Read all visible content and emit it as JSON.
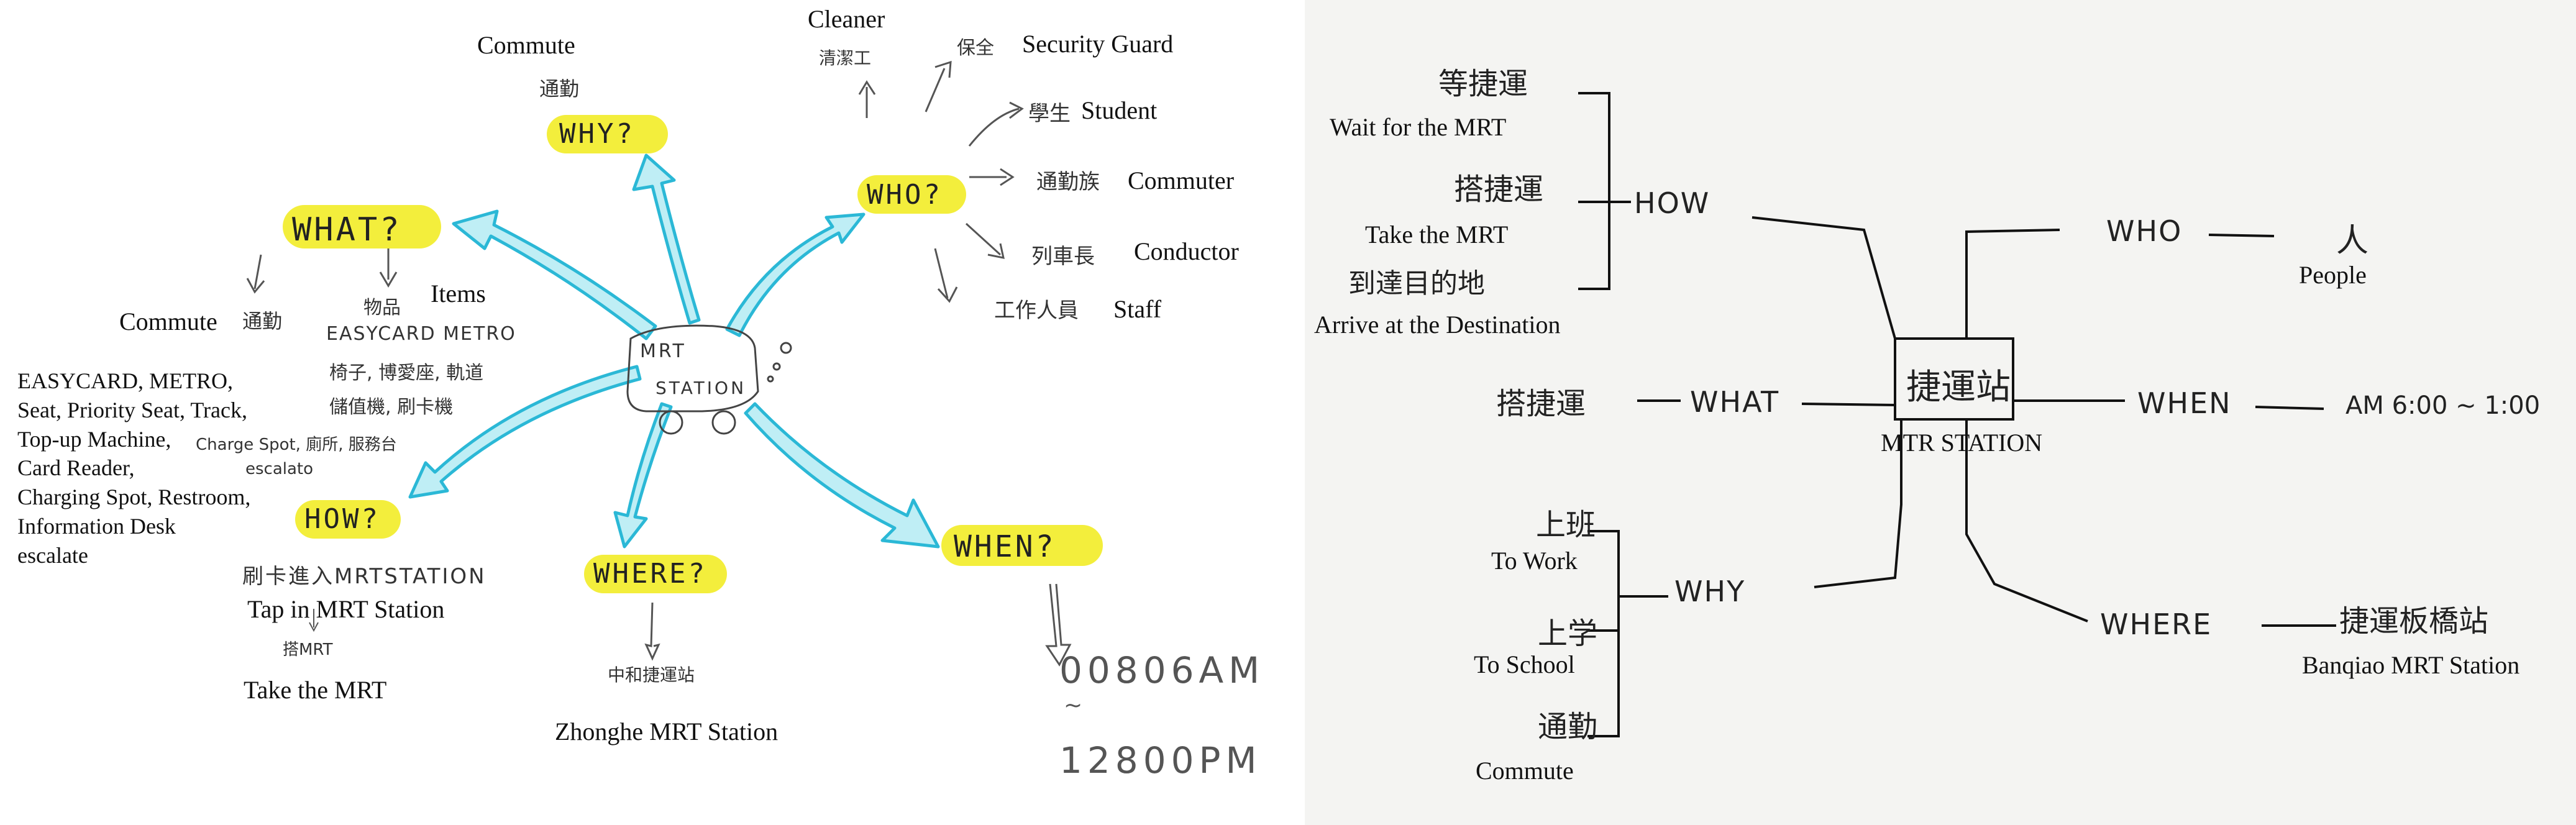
{
  "left": {
    "center": {
      "line1": "MRT",
      "line2": "STATION"
    },
    "nodes": {
      "why": {
        "q": "WHY?",
        "hand": "通勤",
        "label": "Commute"
      },
      "who": {
        "q": "WHO?",
        "hand_cleaner": "清潔工",
        "label_cleaner": "Cleaner",
        "hand_guard": "保全",
        "label_guard": "Security Guard",
        "hand_student": "學生",
        "label_student": "Student",
        "hand_commuter": "通勤族",
        "label_commuter": "Commuter",
        "hand_conductor": "列車長",
        "label_conductor": "Conductor",
        "hand_staff": "工作人員",
        "label_staff": "Staff"
      },
      "what": {
        "q": "WHAT?",
        "hand_commute": "通勤",
        "label_commute": "Commute",
        "hand_items": "物品",
        "label_items": "Items",
        "hand_list1": "EASYCARD METRO",
        "hand_list2": "椅子, 博愛座, 軌道",
        "hand_list3": "儲值機, 刷卡機",
        "hand_list4": "Charge Spot, 廁所, 服務台",
        "hand_list5": "escalato",
        "list": [
          "EASYCARD, METRO,",
          "Seat, Priority Seat,  Track,",
          "Top-up Machine,",
          "Card Reader,",
          "Charging Spot, Restroom,",
          "Information Desk",
          "escalate"
        ]
      },
      "how": {
        "q": "HOW?",
        "hand1": "刷卡進入MRTSTATION",
        "label1": "Tap in MRT Station",
        "hand2": "搭MRT",
        "label2": "Take the MRT"
      },
      "where": {
        "q": "WHERE?",
        "hand": "中和捷運站",
        "label": "Zhonghe MRT Station"
      },
      "when": {
        "q": "WHEN?",
        "time1": "00806AM",
        "time2": "12800PM"
      }
    }
  },
  "right": {
    "center": {
      "hand": "捷運站",
      "label": "MTR STATION"
    },
    "how": {
      "word": "HOW",
      "hand1": "等捷運",
      "label1": "Wait for the MRT",
      "hand2": "搭捷運",
      "label2": "Take the MRT",
      "hand3": "到達目的地",
      "label3": "Arrive at the Destination"
    },
    "what": {
      "word": "WHAT",
      "hand": "搭捷運"
    },
    "why": {
      "word": "WHY",
      "hand1": "上班",
      "label1": "To Work",
      "hand2": "上学",
      "label2": "To School",
      "hand3": "通勤",
      "label3": "Commute"
    },
    "who": {
      "word": "WHO",
      "hand": "人",
      "label": "People"
    },
    "when": {
      "word": "WHEN",
      "time": "AM 6:00 ~ 1:00"
    },
    "where": {
      "word": "WHERE",
      "hand": "捷運板橋站",
      "label": "Banqiao MRT Station"
    }
  },
  "colors": {
    "highlight": "#f3ee3c",
    "arrow_fill": "#bfeef5",
    "arrow_stroke": "#2bb8d6",
    "ink": "#333333"
  }
}
